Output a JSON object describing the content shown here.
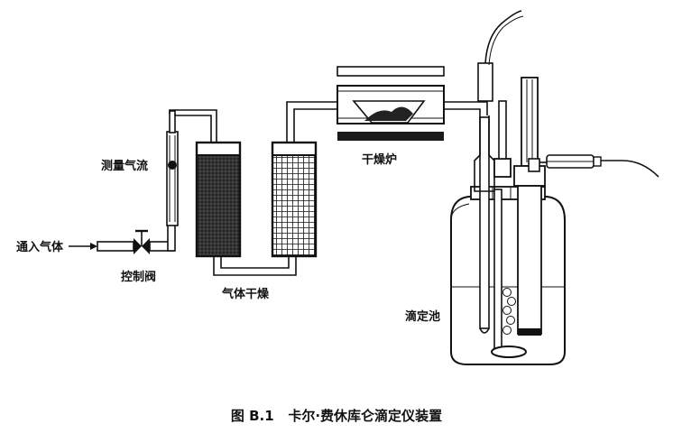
{
  "labels": {
    "gas_inlet": "通入气体",
    "flow_meter": "测量气流",
    "control_valve": "控制阀",
    "gas_drying": "气体干燥",
    "drying_oven": "干燥炉",
    "titration_cell": "滴定池"
  },
  "caption": "图 B.1   卡尔·费休库仑滴定仪装置",
  "icons": {
    "inlet_arrow": "arrow-right-icon",
    "valve": "valve-icon"
  }
}
